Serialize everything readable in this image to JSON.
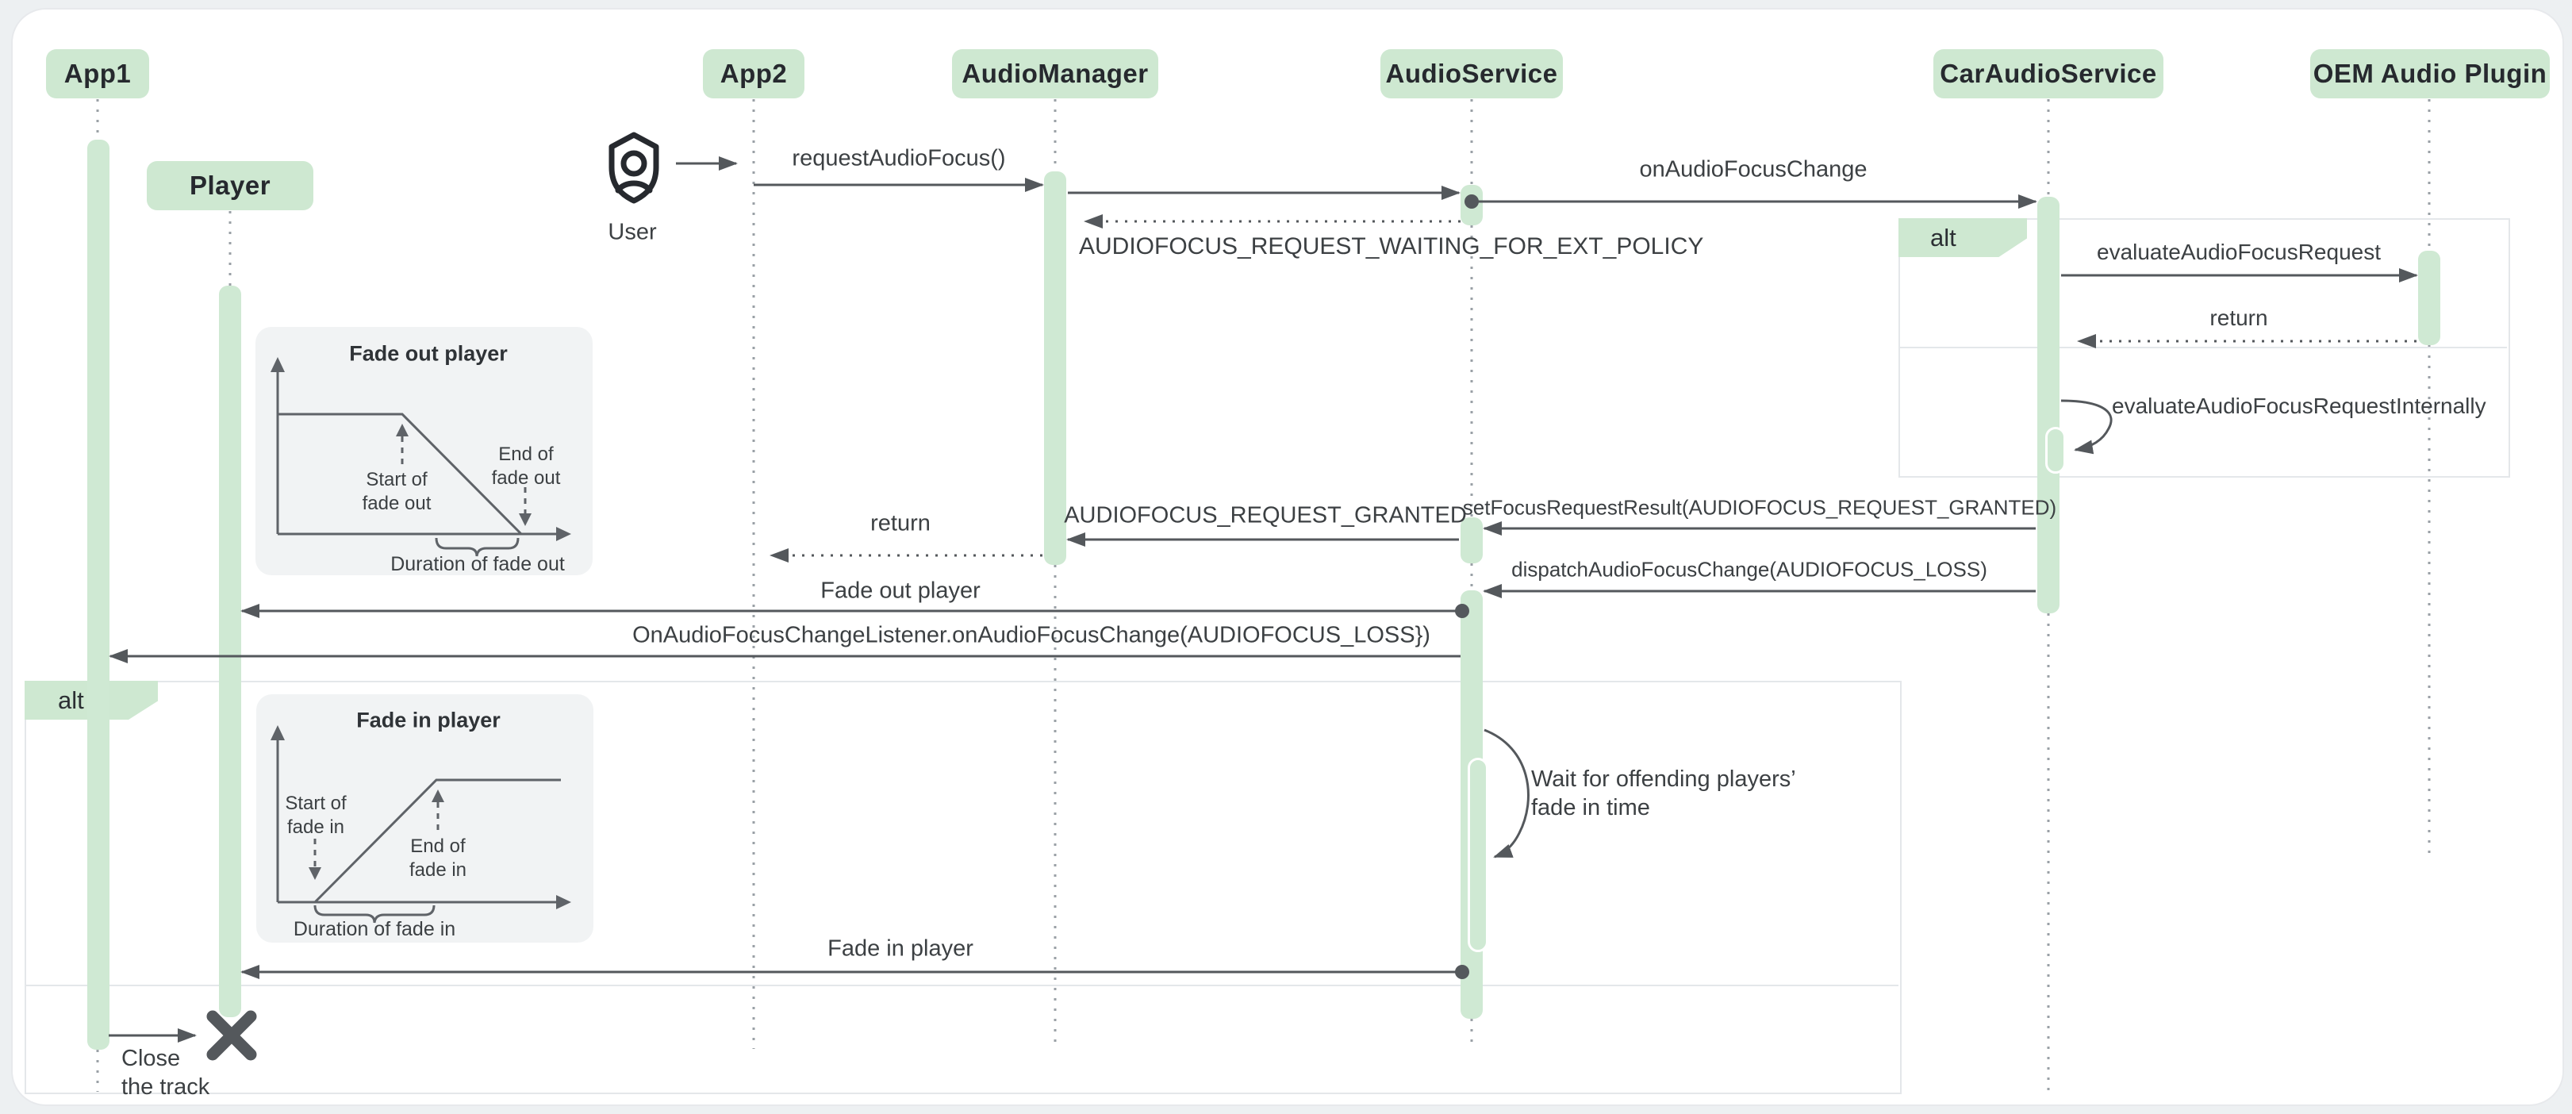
{
  "participants": {
    "app1": "App1",
    "player": "Player",
    "app2": "App2",
    "audio_manager": "AudioManager",
    "audio_service": "AudioService",
    "car_audio_service": "CarAudioService",
    "oem_audio_plugin": "OEM Audio Plugin"
  },
  "actor": {
    "label": "User"
  },
  "fragments": {
    "alt_left": "alt",
    "alt_right": "alt"
  },
  "messages": {
    "request_audio_focus": "requestAudioFocus()",
    "on_audio_focus_change": "onAudioFocusChange",
    "waiting_ext_policy": "AUDIOFOCUS_REQUEST_WAITING_FOR_EXT_POLICY",
    "evaluate_request": "evaluateAudioFocusRequest",
    "return_oem": "return",
    "evaluate_internally": "evaluateAudioFocusRequestInternally",
    "set_focus_result": "setFocusRequestResult(AUDIOFOCUS_REQUEST_GRANTED)",
    "request_granted": "AUDIOFOCUS_REQUEST_GRANTED",
    "return_app2": "return",
    "dispatch_loss": "dispatchAudioFocusChange(AUDIOFOCUS_LOSS)",
    "fade_out_player": "Fade out player",
    "on_focus_loss": "OnAudioFocusChangeListener.onAudioFocusChange(AUDIOFOCUS_LOSS})",
    "wait_note_line1": "Wait for offending players’",
    "wait_note_line2": "fade in time",
    "fade_in_player": "Fade in player",
    "close_line1": "Close",
    "close_line2": "the track"
  },
  "insets": {
    "fade_out": {
      "title": "Fade out player",
      "start_l1": "Start of",
      "start_l2": "fade out",
      "end_l1": "End of",
      "end_l2": "fade out",
      "duration": "Duration of fade out"
    },
    "fade_in": {
      "title": "Fade in player",
      "start_l1": "Start of",
      "start_l2": "fade in",
      "end_l1": "End of",
      "end_l2": "fade in",
      "duration": "Duration of fade in"
    }
  },
  "colors": {
    "participant_fill": "#cee8d1",
    "activation_fill": "#cfe9d3",
    "arrow": "#54585c",
    "message_text": "#3c4043",
    "fragment_border": "#e4e7ea",
    "inset_bg": "#f1f3f4",
    "card_bg": "#ffffff",
    "page_bg": "#edf0f2"
  }
}
